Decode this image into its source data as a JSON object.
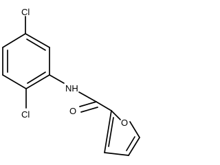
{
  "molecule": {
    "atoms": {
      "cl_top": "Cl",
      "cl_bottom": "Cl",
      "nh": "NH",
      "o_carbonyl": "O",
      "o_furan": "O"
    },
    "colors": {
      "bond": "#000000",
      "label": "#000000",
      "background": "#ffffff"
    }
  }
}
